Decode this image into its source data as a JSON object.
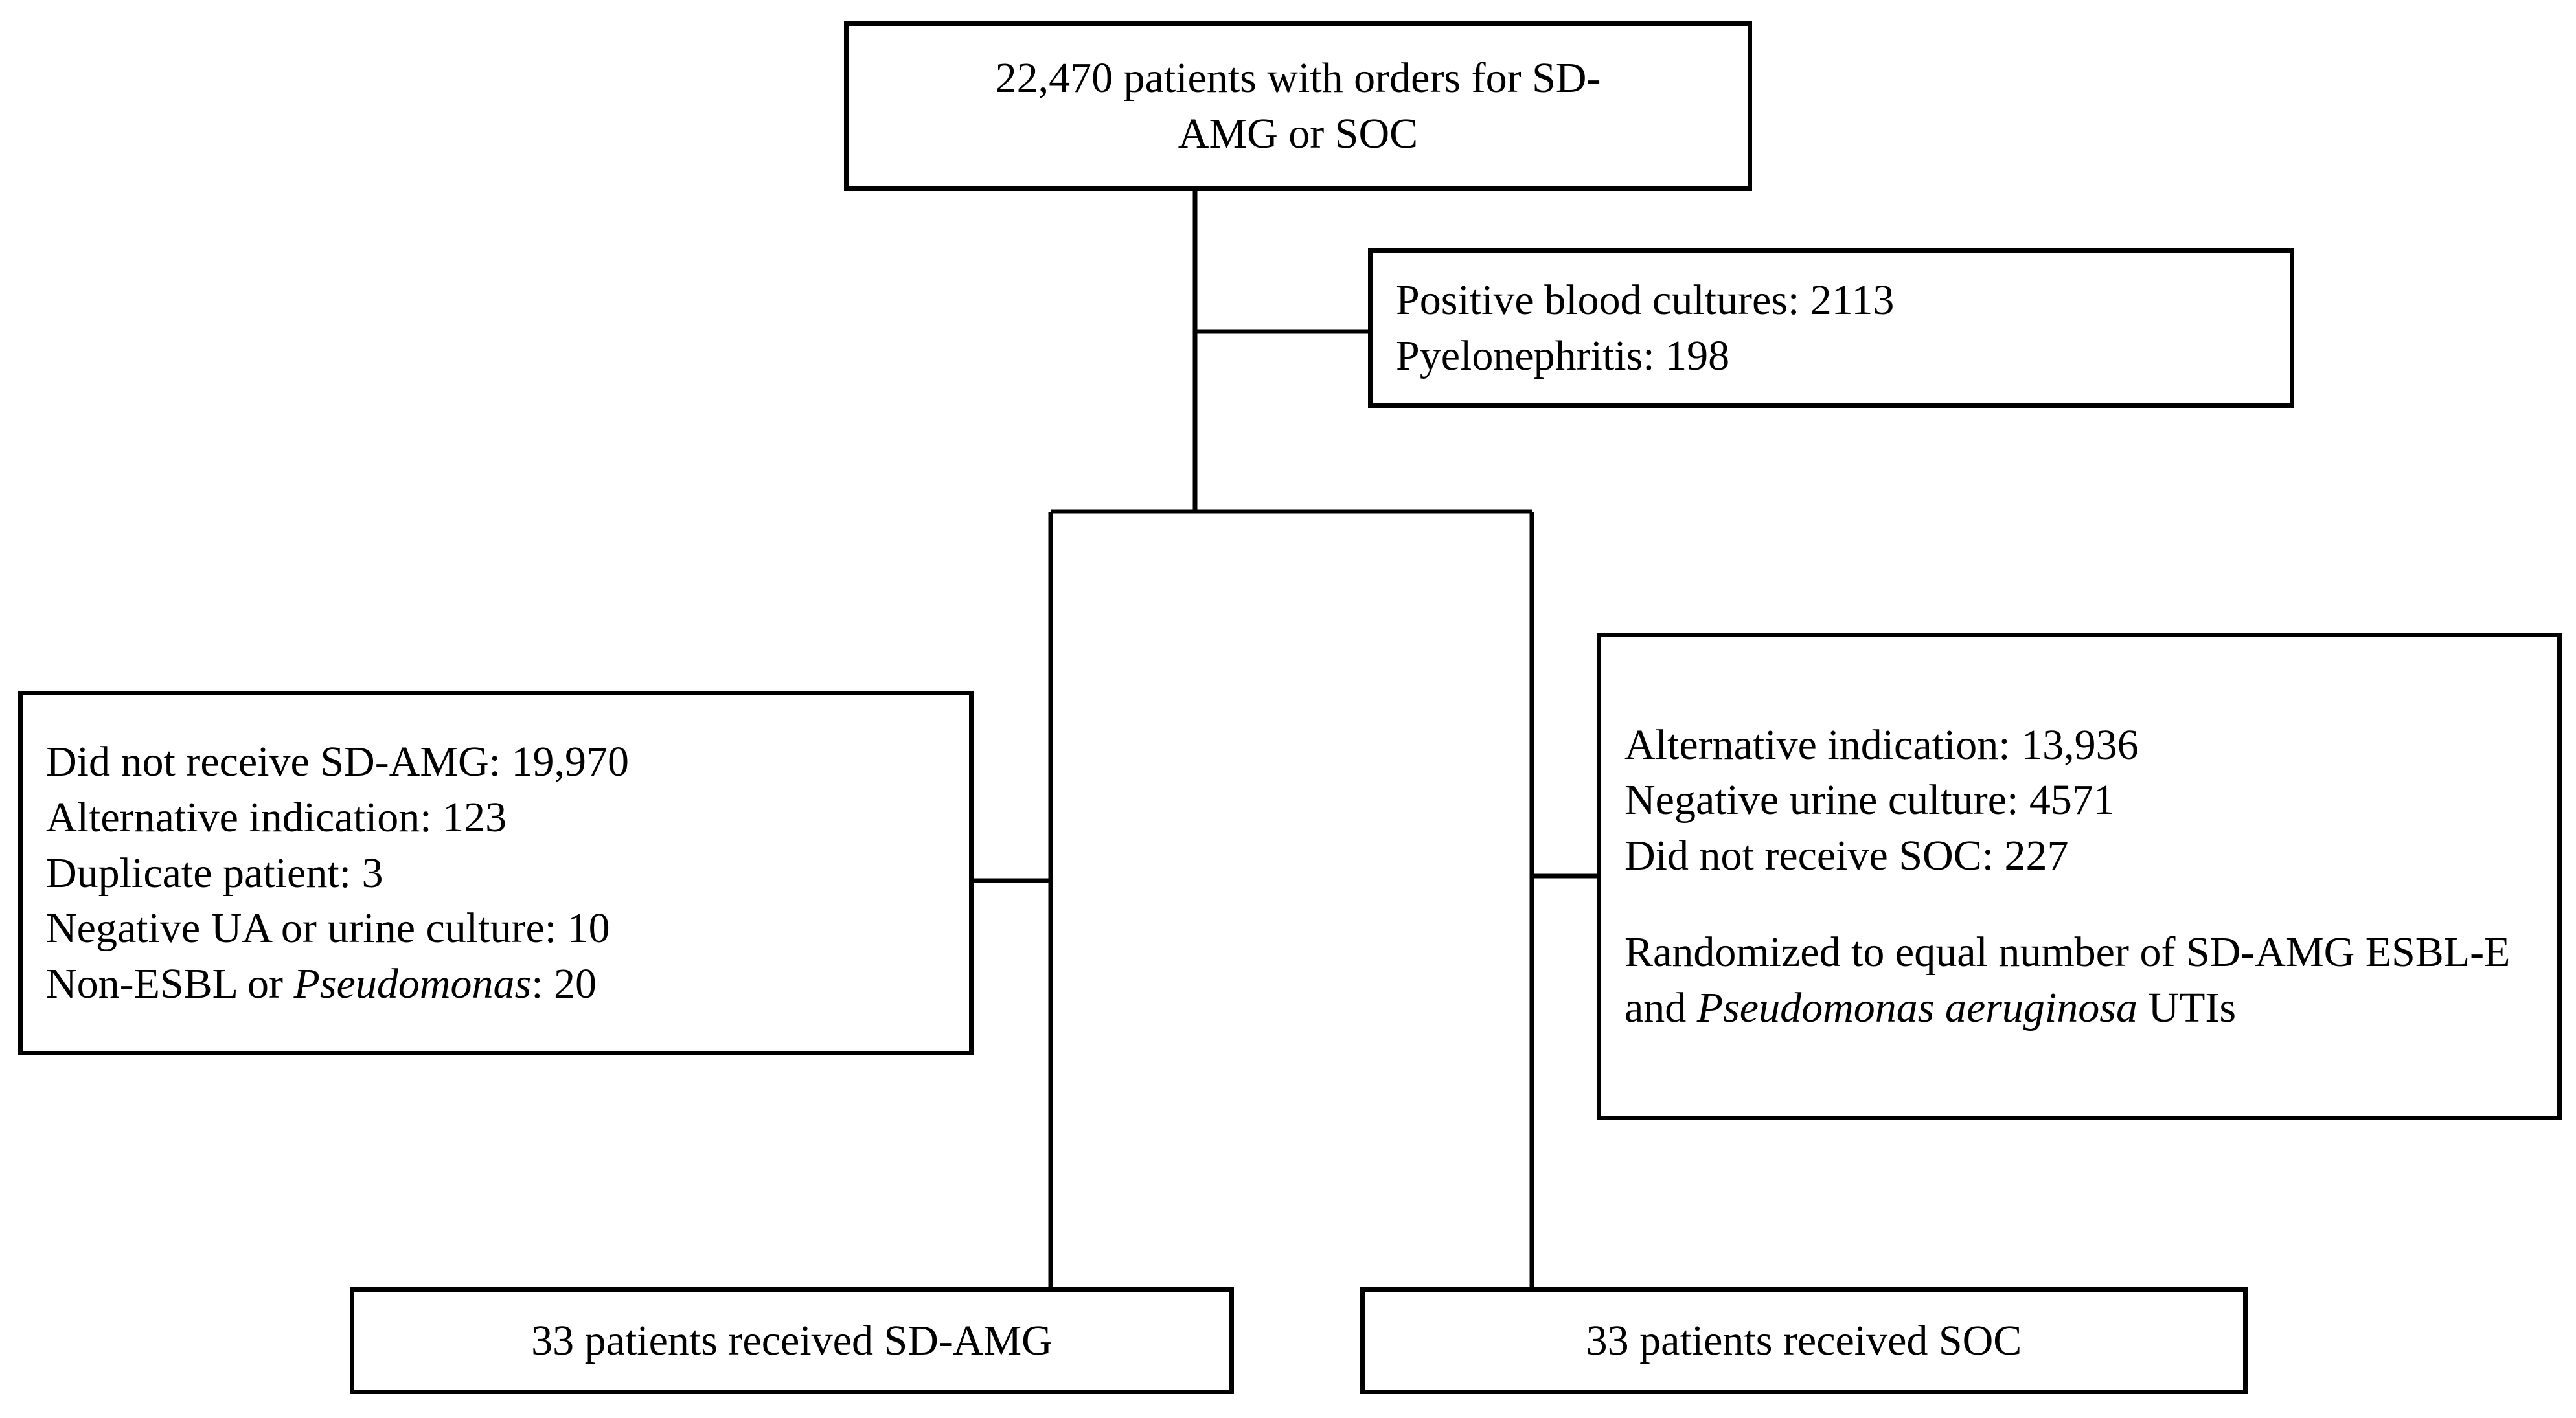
{
  "figure": {
    "type": "patient-flow-diagram",
    "title": "Patient enrollment and exclusion flow",
    "background_color": "#ffffff",
    "line_color": "#000000",
    "text_color": "#000000"
  },
  "nodes": {
    "enrolled": {
      "id": "enrolled-box",
      "lines": [
        "22,470 patients with orders for SD-",
        "AMG or SOC"
      ],
      "align": "center"
    },
    "excluded_overall": {
      "id": "overall-exclusions-box",
      "lines": [
        "Positive blood cultures: 2113",
        "Pyelonephritis: 198"
      ],
      "align": "left"
    },
    "excluded_sdamg": {
      "id": "sdamg-exclusions-box",
      "align": "left",
      "lines": [
        "Did not receive SD-AMG: 19,970",
        "Alternative indication: 123",
        "Duplicate patient: 3",
        "Negative UA or urine culture: 10"
      ],
      "last_line": {
        "prefix": "Non-ESBL or ",
        "italic": "Pseudomonas",
        "suffix": ": 20"
      }
    },
    "excluded_soc": {
      "id": "soc-exclusions-box",
      "align": "left",
      "lines": [
        "Alternative indication: 13,936",
        "Negative urine culture: 4571",
        "Did not receive SOC: 227"
      ],
      "note": {
        "prefix": "Randomized to equal number of SD-AMG ESBL-E and ",
        "italic": "Pseudomonas aeruginosa",
        "suffix": " UTIs"
      }
    },
    "final_sdamg": {
      "id": "final-sdamg-box",
      "lines": [
        "33 patients received SD-AMG"
      ],
      "align": "center"
    },
    "final_soc": {
      "id": "final-soc-box",
      "lines": [
        "33 patients received SOC"
      ],
      "align": "center"
    }
  },
  "flow_data": {
    "total_screened": 22470,
    "screened_label": "patients with orders for SD-AMG or SOC",
    "overall_exclusions": [
      {
        "reason": "Positive blood cultures",
        "count": 2113
      },
      {
        "reason": "Pyelonephritis",
        "count": 198
      }
    ],
    "sdamg_arm_exclusions": [
      {
        "reason": "Did not receive SD-AMG",
        "count": 19970
      },
      {
        "reason": "Alternative indication",
        "count": 123
      },
      {
        "reason": "Duplicate patient",
        "count": 3
      },
      {
        "reason": "Negative UA or urine culture",
        "count": 10
      },
      {
        "reason": "Non-ESBL or Pseudomonas",
        "count": 20
      }
    ],
    "soc_arm_exclusions": [
      {
        "reason": "Alternative indication",
        "count": 13936
      },
      {
        "reason": "Negative urine culture",
        "count": 4571
      },
      {
        "reason": "Did not receive SOC",
        "count": 227
      }
    ],
    "soc_arm_note": "Randomized to equal number of SD-AMG ESBL-E and Pseudomonas aeruginosa UTIs",
    "final_counts": [
      {
        "arm": "SD-AMG",
        "count": 33
      },
      {
        "arm": "SOC",
        "count": 33
      }
    ]
  }
}
